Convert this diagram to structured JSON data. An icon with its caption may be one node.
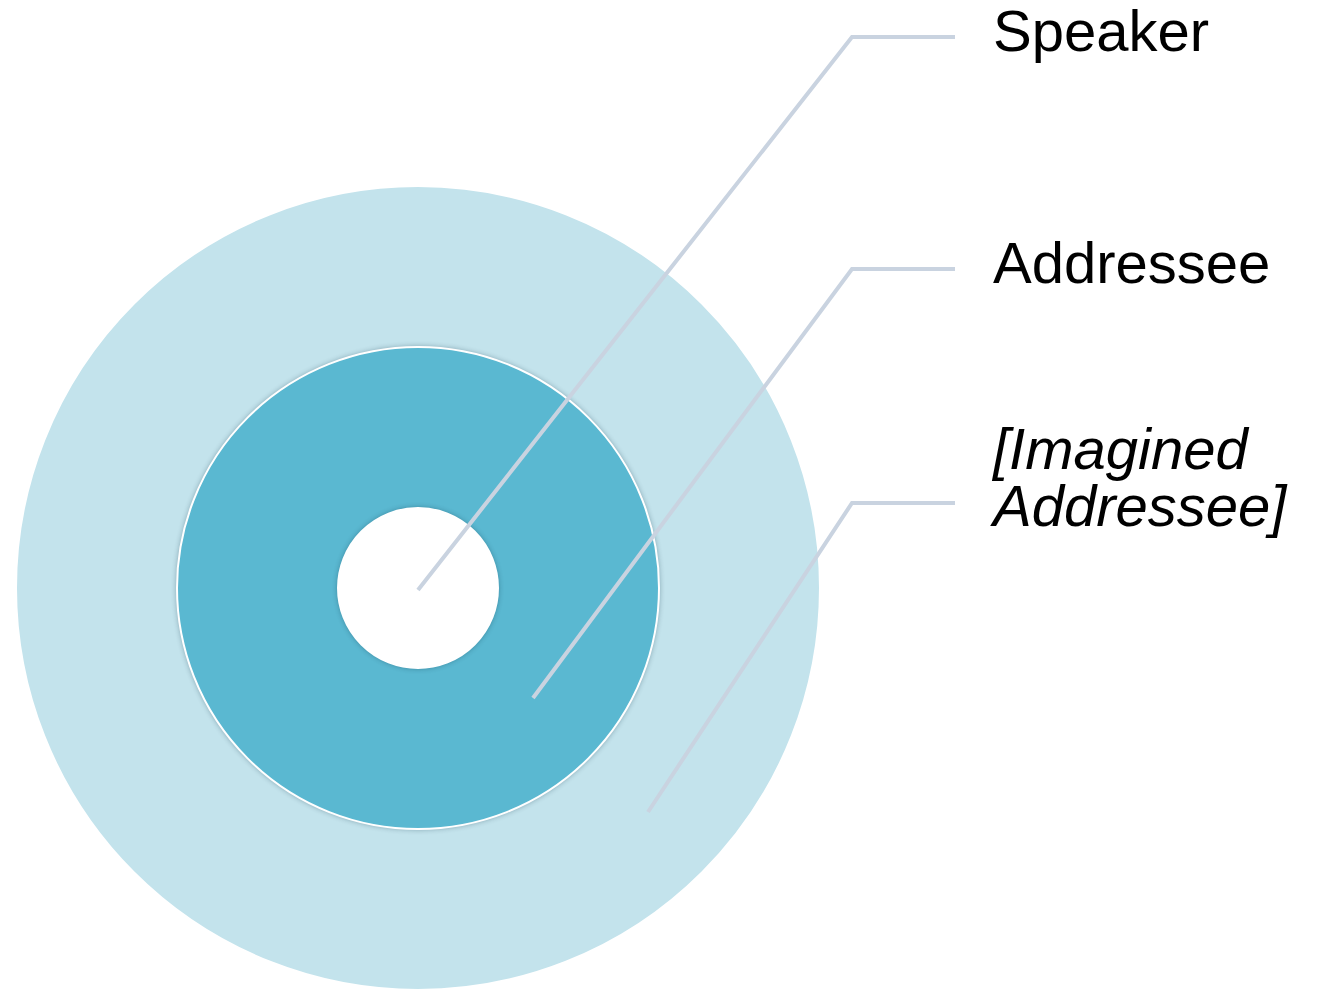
{
  "diagram": {
    "nodes": [
      {
        "text": [],
        "shape": "circle"
      },
      {
        "text": [],
        "shape": "circle",
        "in": 0
      },
      {
        "text": [],
        "shape": "circle",
        "in": 1
      },
      {
        "text": [
          "Speaker"
        ]
      },
      {
        "text": [
          "Addressee"
        ]
      },
      {
        "text": [
          "[Imagined Addressee]"
        ]
      }
    ],
    "edges": [
      {
        "from": 3,
        "to": 2,
        "arrow": "none"
      },
      {
        "from": 4,
        "to": 1,
        "arrow": "none"
      },
      {
        "from": 5,
        "to": 0,
        "arrow": "none"
      }
    ]
  }
}
